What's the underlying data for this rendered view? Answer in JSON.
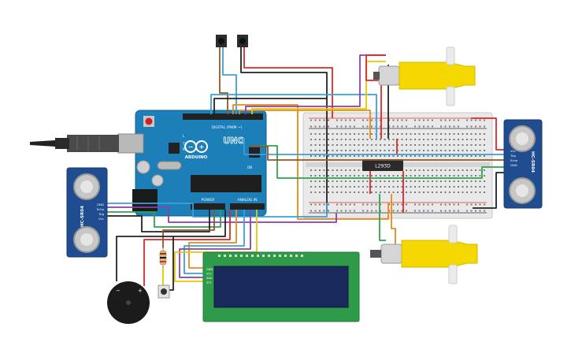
{
  "arduino": {
    "digital_label": "DIGITAL (PWM ~)",
    "brand": "ARDUINO",
    "model": "UNO",
    "power_label": "POWER",
    "analog_label": "ANALOG IN",
    "led_l": "L",
    "led_tx": "TX",
    "led_rx": "RX",
    "on_label": "ON"
  },
  "driver": {
    "label": "L293D"
  },
  "sensor_left": {
    "label": "HC-SR04",
    "pins": [
      "GND",
      "Echo",
      "Trig",
      "Vcc"
    ]
  },
  "sensor_right": {
    "label": "HC-SR04",
    "pins": [
      "Vcc",
      "Trig",
      "Echo",
      "GND"
    ]
  },
  "lcd": {
    "pins": [
      "GND",
      "VCC",
      "SDA",
      "SCL"
    ]
  },
  "buzzer": {
    "minus": "−",
    "plus": "+"
  },
  "colors": {
    "board_blue": "#1c7fb7",
    "breadboard": "#e9e9e9",
    "motor_yellow": "#f5d800",
    "lcd_green": "#2f9a4a",
    "lcd_screen": "#1a2a5c",
    "wire_red": "#e0262a",
    "wire_black": "#222222",
    "wire_green": "#2da44e",
    "wire_blue": "#3aa0d8",
    "wire_orange": "#e88b1a",
    "wire_brown": "#8a5a2b",
    "wire_purple": "#8a3fb0",
    "wire_yellow": "#e8c800"
  }
}
